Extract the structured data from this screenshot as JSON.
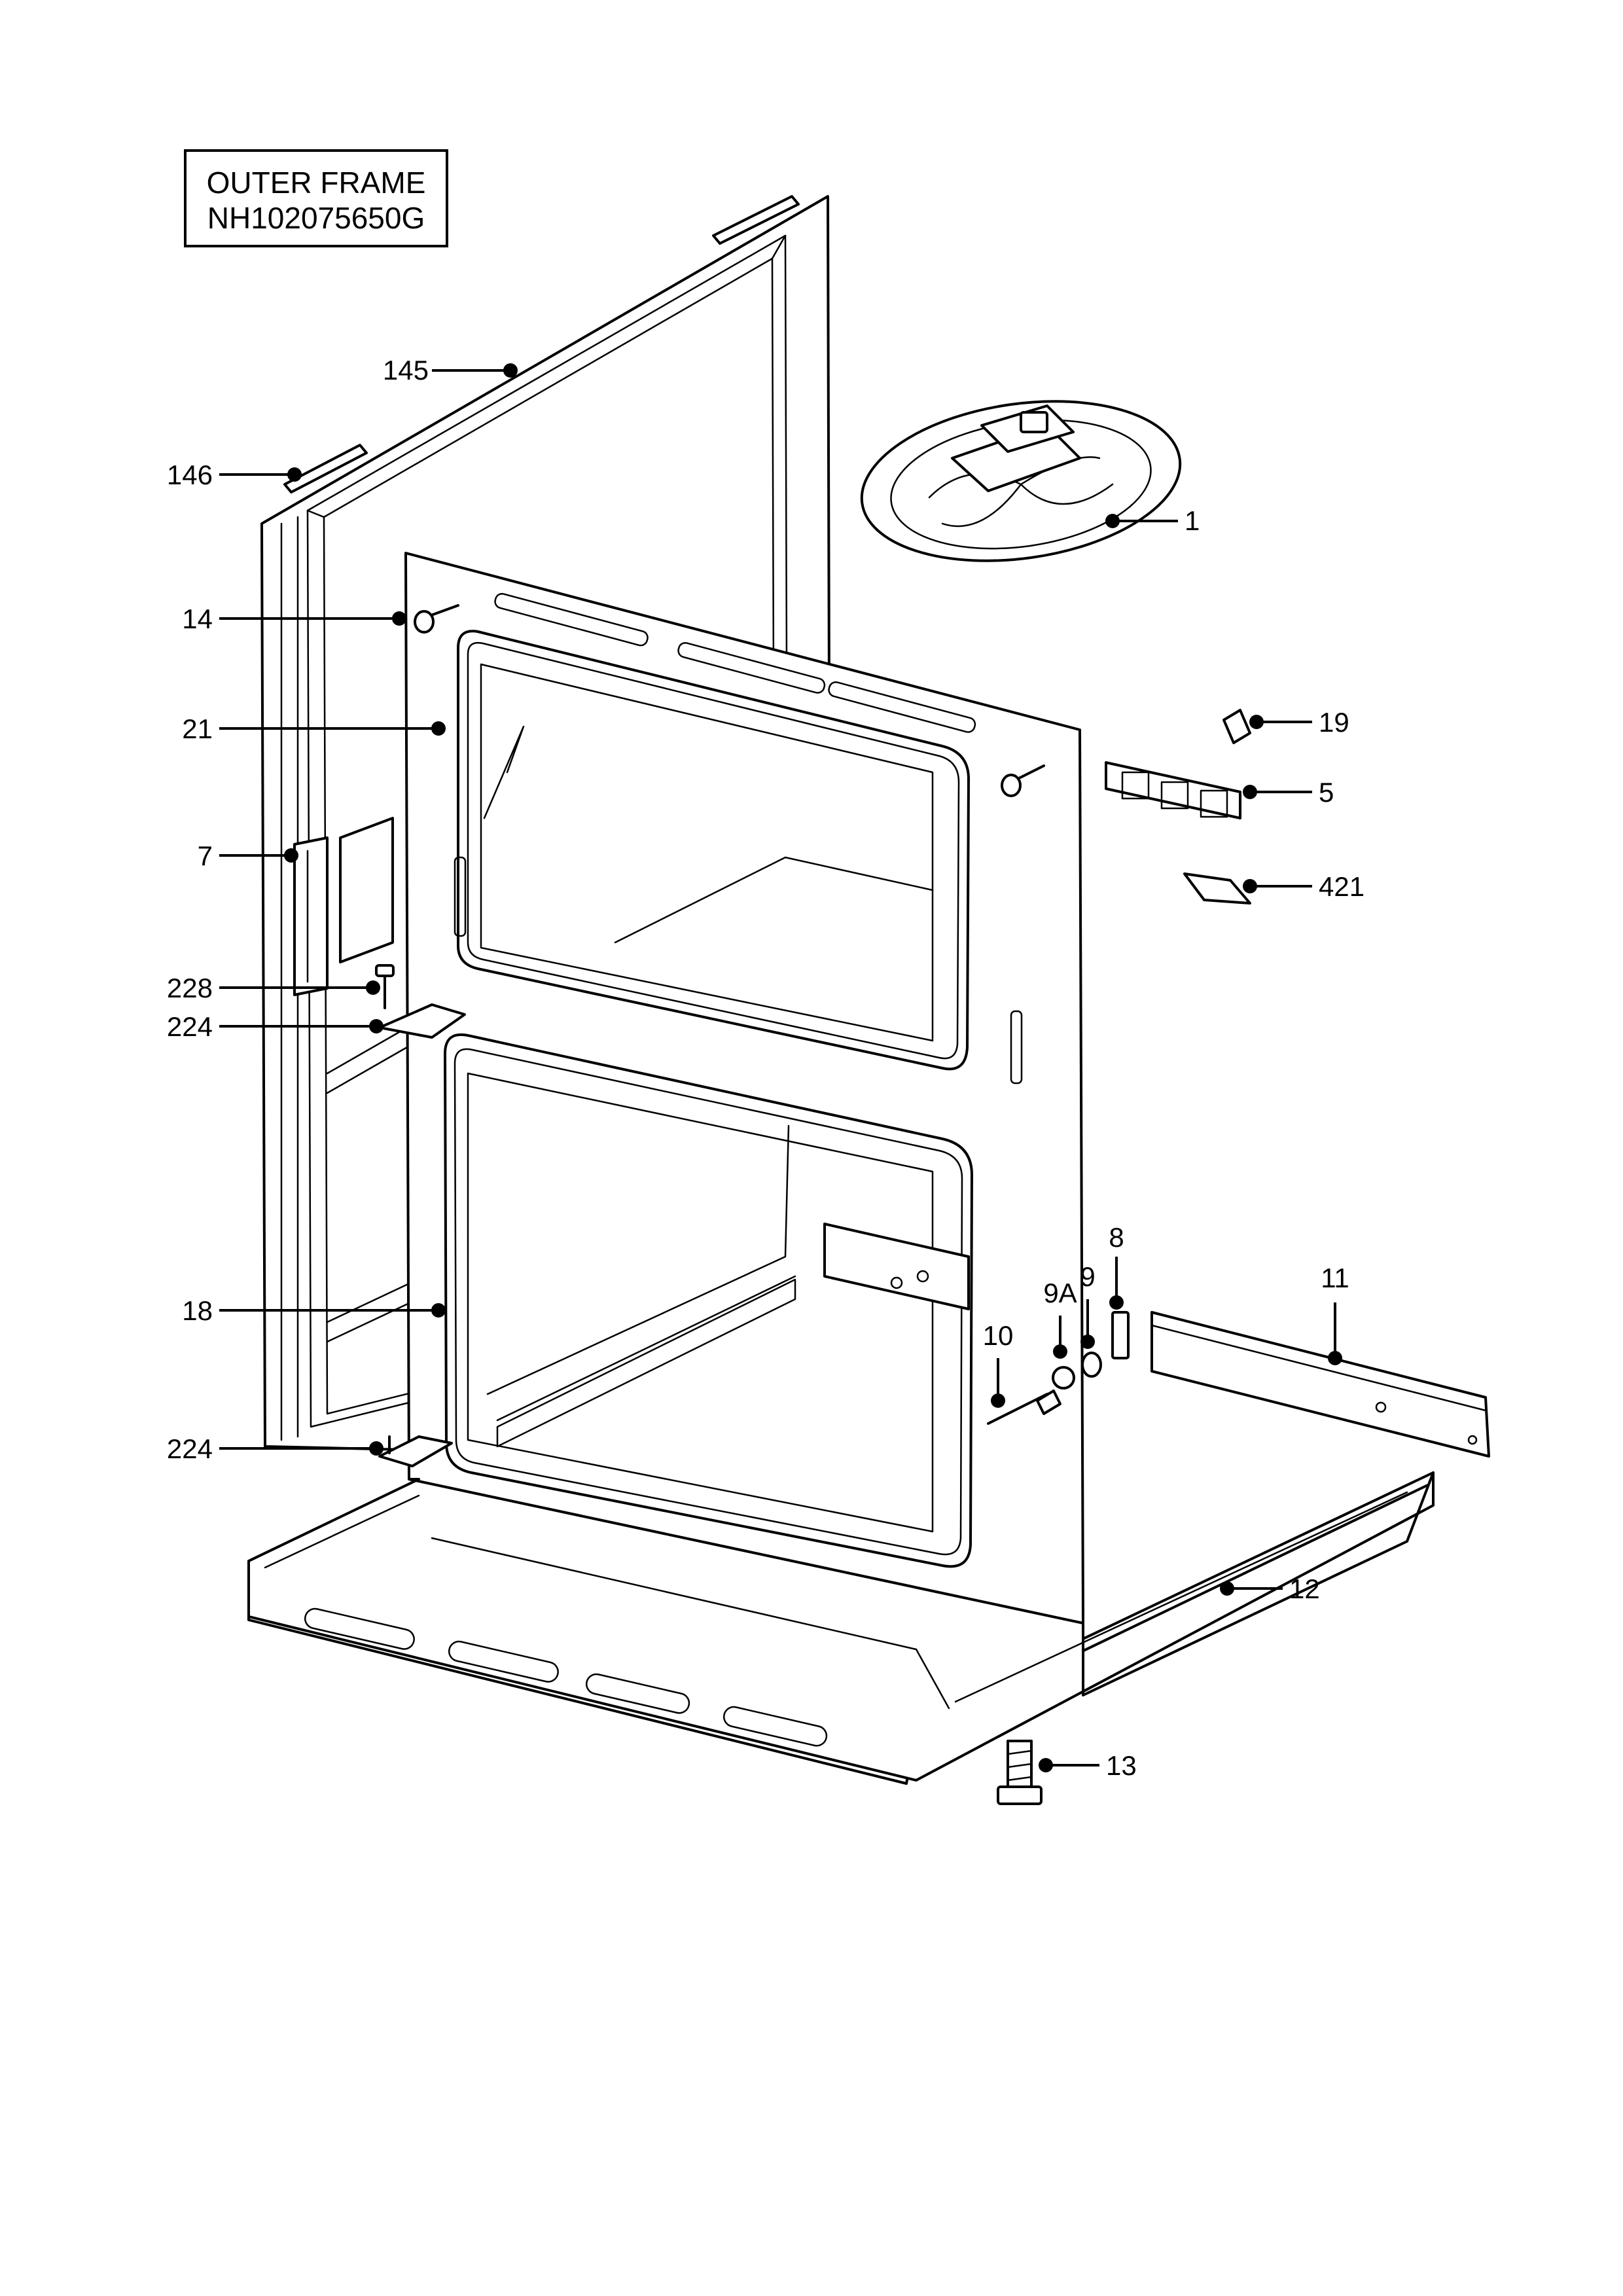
{
  "header": {
    "line1": "OUTER FRAME",
    "line2": "NH102075650G"
  },
  "callouts": [
    {
      "id": "c145",
      "label": "145"
    },
    {
      "id": "c146",
      "label": "146"
    },
    {
      "id": "c1",
      "label": "1"
    },
    {
      "id": "c14",
      "label": "14"
    },
    {
      "id": "c21",
      "label": "21"
    },
    {
      "id": "c19",
      "label": "19"
    },
    {
      "id": "c5",
      "label": "5"
    },
    {
      "id": "c7",
      "label": "7"
    },
    {
      "id": "c421",
      "label": "421"
    },
    {
      "id": "c228",
      "label": "228"
    },
    {
      "id": "c224a",
      "label": "224"
    },
    {
      "id": "c8",
      "label": "8"
    },
    {
      "id": "c9A",
      "label": "9A"
    },
    {
      "id": "c9",
      "label": "9"
    },
    {
      "id": "c11",
      "label": "11"
    },
    {
      "id": "c10",
      "label": "10"
    },
    {
      "id": "c18",
      "label": "18"
    },
    {
      "id": "c224b",
      "label": "224"
    },
    {
      "id": "c12",
      "label": "12"
    },
    {
      "id": "c13",
      "label": "13"
    }
  ]
}
